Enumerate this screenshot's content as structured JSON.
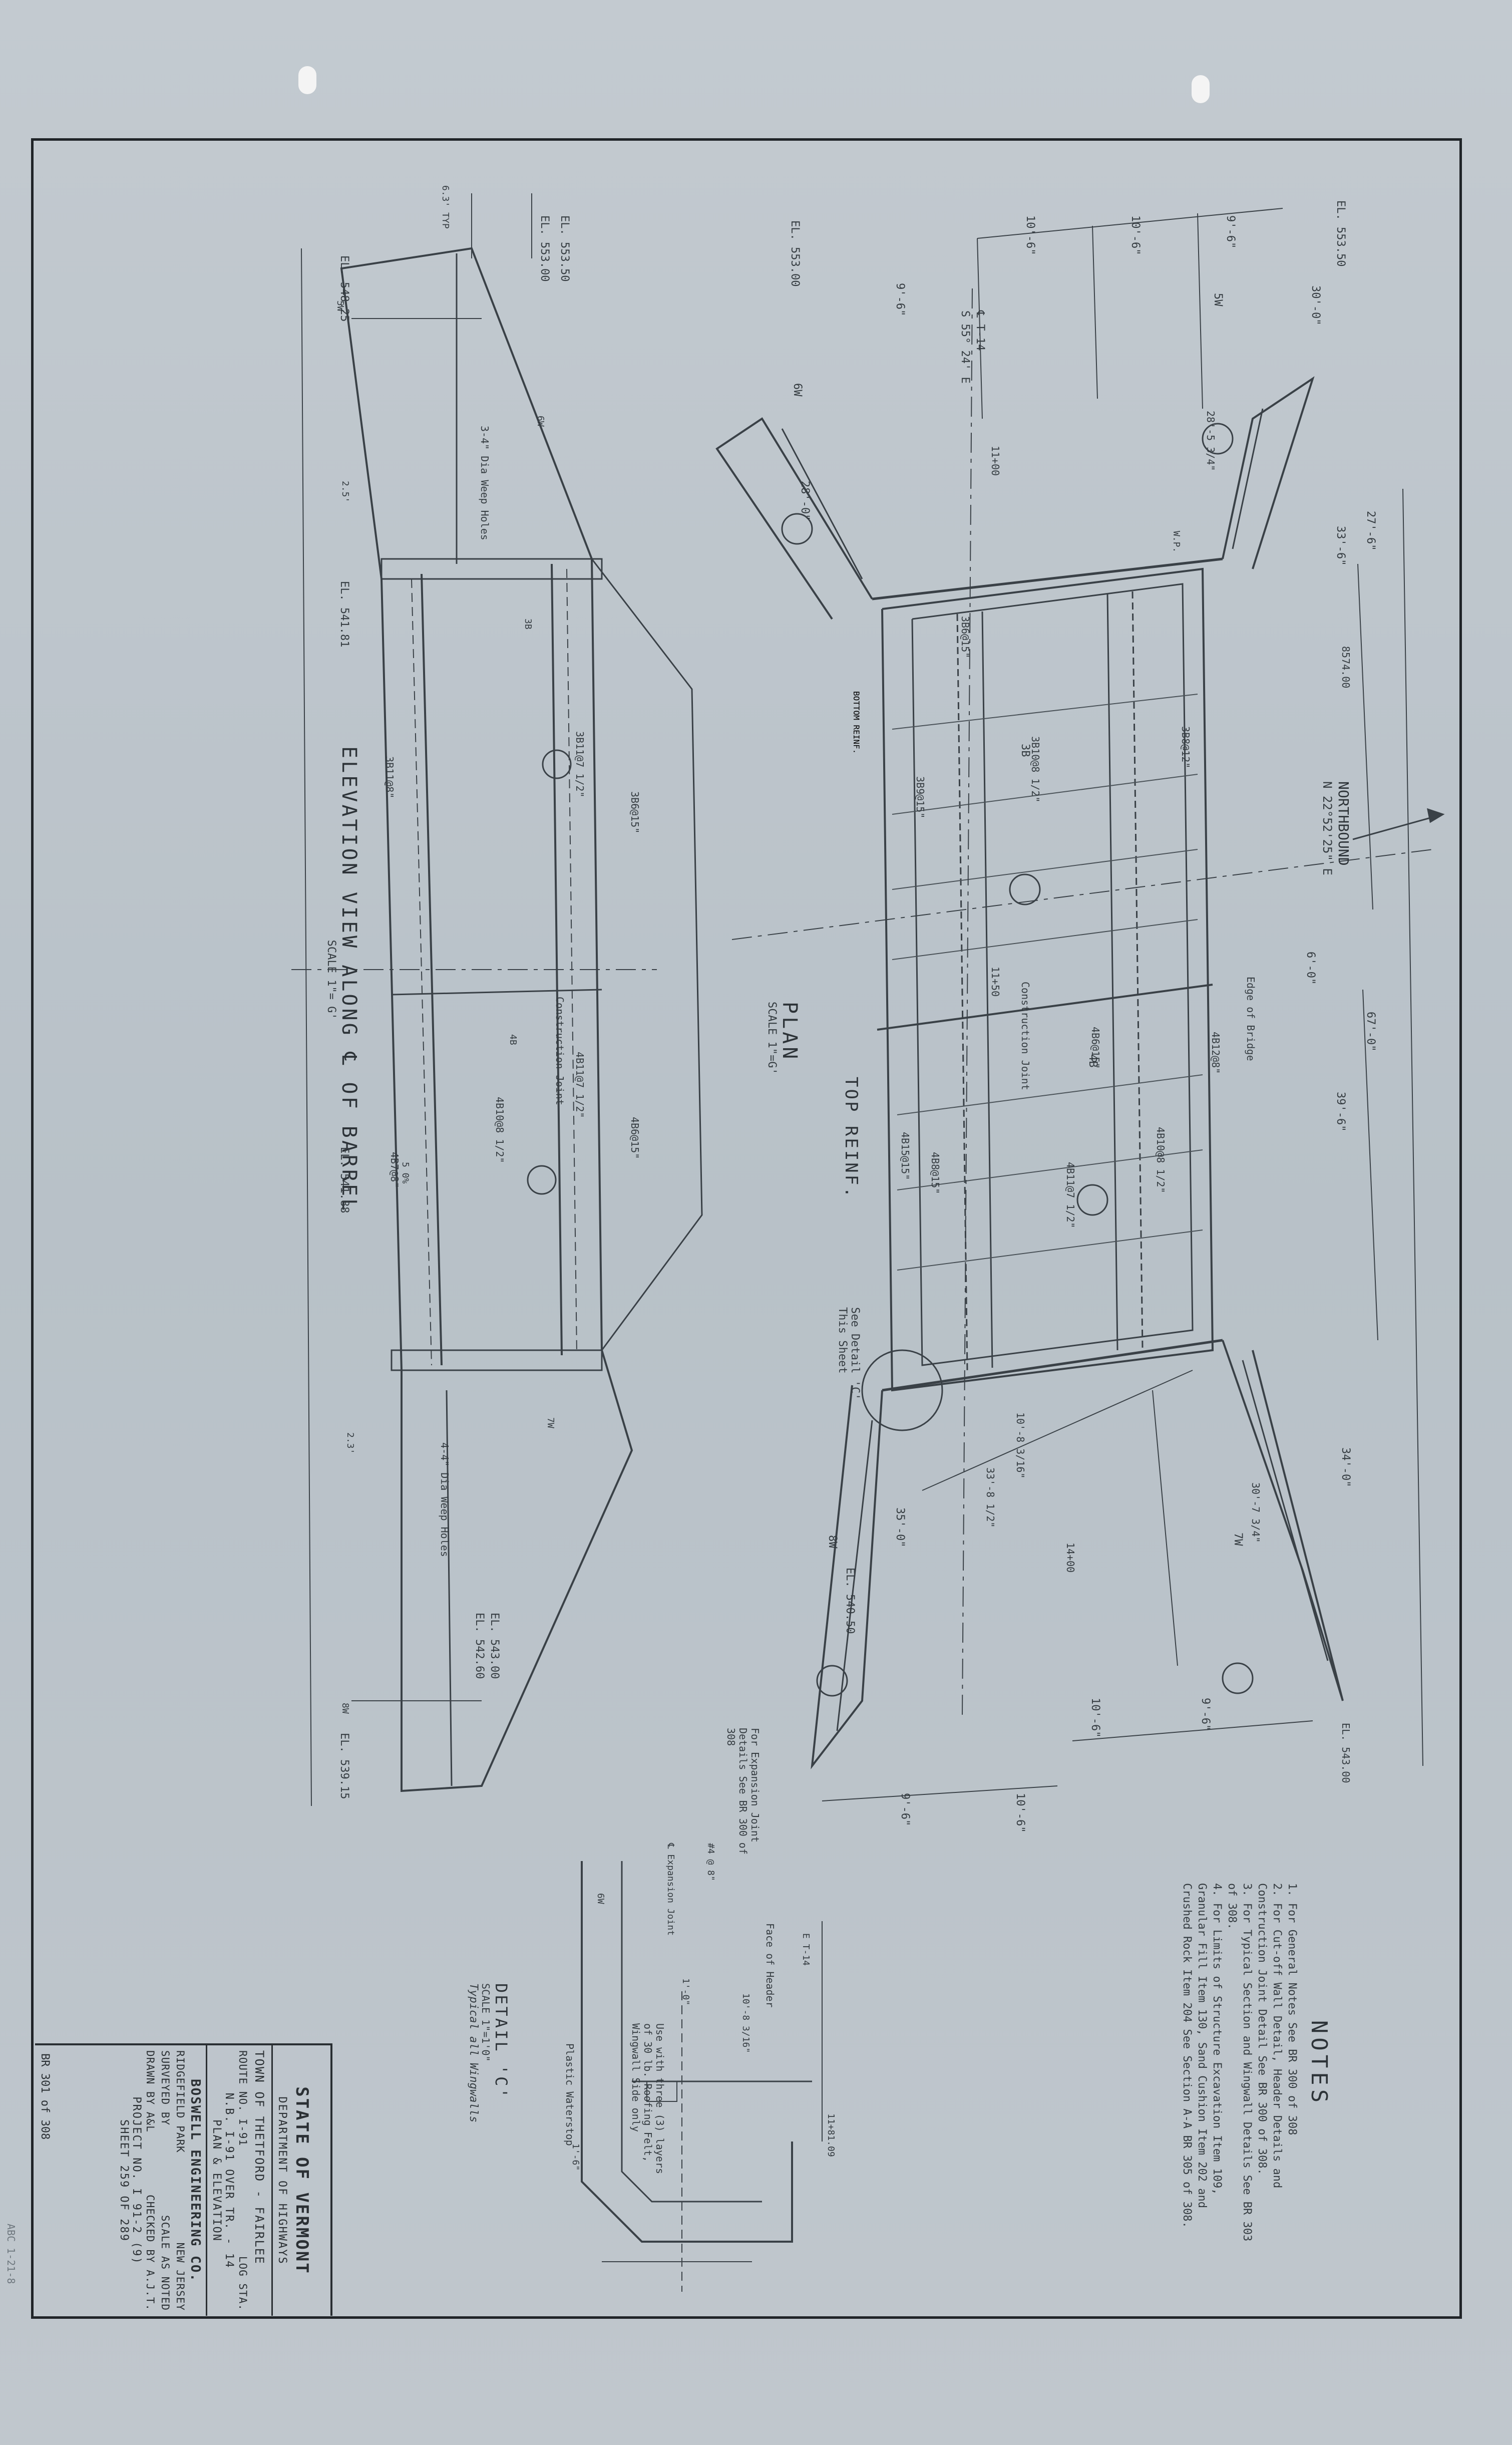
{
  "notes": {
    "heading": "NOTES",
    "items": [
      "1. For General Notes See BR 300 of 308",
      "2. For Cut-off Wall Detail, Header Details and Construction Joint Detail See BR 300 of 308.",
      "3. For Typical Section and Wingwall Details See BR 303 of 308.",
      "4. For Limits of Structure Excavation Item 109, Granular Fill Item 130, Sand Cushion Item 202 and Crushed Rock Item 204 See Section A-A BR 305 of 308."
    ]
  },
  "title_block": {
    "state": "STATE OF VERMONT",
    "department": "DEPARTMENT OF HIGHWAYS",
    "town": "TOWN OF   THETFORD - FAIRLEE",
    "route": "ROUTE NO. I-91",
    "log_sta": "LOG STA.",
    "bridge": "N.B. I-91 OVER TR. - 14",
    "sheet_title": "PLAN & ELEVATION",
    "engineer": "BOSWELL ENGINEERING CO.",
    "city": "RIDGEFIELD PARK",
    "state_nj": "NEW JERSEY",
    "surveyed_by": "SURVEYED BY",
    "scale": "SCALE AS NOTED",
    "drawn_by": "DRAWN BY A&L",
    "checked_by": "CHECKED BY A.J.T.",
    "project": "PROJECT NO. I 91-2 (9)",
    "sheet": "SHEET 259 OF 289",
    "br": "BR 301 of 308"
  },
  "plan_view": {
    "title": "PLAN",
    "scale": "SCALE 1\"=G'",
    "bottom_reinf": "BOTTOM REINF.",
    "top_reinf": "TOP REINF.",
    "northbound": "NORTHBOUND",
    "bearing": "N 22°52'25\" E",
    "sta": "8574.00",
    "c_line": "℄ T-14",
    "skew": "S 55° 24' E",
    "el_top_left": "EL. 553.00",
    "el_top_right": "EL. 553.50",
    "el_bottom_left": "EL. 540.50",
    "el_bottom_right": "EL. 543.00",
    "dims": [
      "10'-6\"",
      "10'-6\"",
      "9'-6\"",
      "9'-6\"",
      "27'-6\"",
      "33'-6\"",
      "6'-0\"",
      "67'-0\"",
      "39'-6\"",
      "34'-0\"",
      "30'-0\"",
      "28'-0\"",
      "28'-5 3/4\"",
      "30'-7 3/4\"",
      "33'-8 1/2\"",
      "35'-0\"",
      "10'-6\"",
      "9'-6\"",
      "10'-6\"",
      "9'-6\"",
      "10'-8 3/16\"",
      "14+00",
      "11+00",
      "11+50"
    ],
    "bars": [
      "3B6@15\"",
      "3B9@15\"",
      "3B10@8 1/2\"",
      "3B8@12\"",
      "4B6@15\"",
      "4B8@15\"",
      "4B11@7 1/2\"",
      "4B10@8 1/2\"",
      "4B12@8\"",
      "4B15@15\""
    ],
    "labels": [
      "Construction Joint",
      "See Detail 'C' This Sheet",
      "Edge of Bridge",
      "W.P.",
      "3B",
      "4B",
      "5W",
      "6W",
      "7W",
      "8W"
    ]
  },
  "elevation_view": {
    "title": "ELEVATION VIEW ALONG ℄ OF BARREL",
    "scale": "SCALE 1\"= G'",
    "el_labels": [
      "EL. 553.50",
      "EL. 553.00",
      "EL. 548.25",
      "EL. 541.81",
      "EL. 543.00",
      "EL. 542.60",
      "EL. 539.15",
      "EL. 541.88"
    ],
    "labels": [
      "3-4\" Dia Weep Holes",
      "4-4\" Dia Weep Holes",
      "Construction Joint",
      "6.3' TYP",
      "2.5'",
      "2.3'",
      "5 0%"
    ],
    "bars": [
      "3B11@7 1/2\"",
      "3B6@15\"",
      "3B11@8\"",
      "4B11@7 1/2\"",
      "4B10@8 1/2\"",
      "4B6@15\"",
      "4B7@8\""
    ],
    "wings": [
      "5W",
      "6W",
      "7W",
      "8W",
      "3B",
      "4B"
    ]
  },
  "detail_c": {
    "title": "DETAIL 'C'",
    "scale": "SCALE 1\"=1'0\"",
    "subtitle": "Typical all Wingwalls",
    "labels": [
      "For Expansion Joint Details See BR 300 of 308",
      "Face of Header",
      "Plastic Waterstop",
      "Use with three (3) layers of 30 lb. Roofing Felt, Wingwall Side only",
      "℄ Expansion Joint",
      "#4 @ 8\"",
      "6W",
      "1'-6\"",
      "1'-0\"",
      "10'-8 3/16\"",
      "11+81.09",
      "E T-14"
    ]
  },
  "stamp": "ABC   1-21-8"
}
